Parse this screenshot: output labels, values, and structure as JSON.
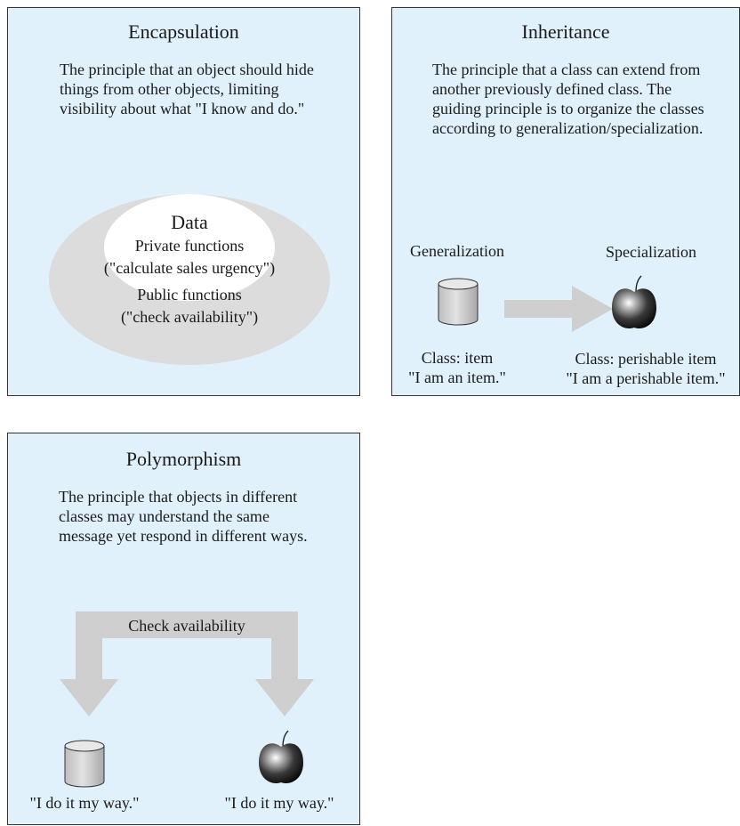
{
  "encapsulation": {
    "title": "Encapsulation",
    "description": "The principle that an object should hide things from other objects, limiting visibility about what \"I know and do.\"",
    "inner": {
      "data_label": "Data",
      "private_label": "Private functions",
      "private_example": "(\"calculate sales urgency\")",
      "public_label": "Public functions",
      "public_example": "(\"check availability\")"
    }
  },
  "inheritance": {
    "title": "Inheritance",
    "description": "The principle that a class can extend from another previously defined class. The guiding principle is to organize the classes according to generalization/specialization.",
    "generalization": {
      "heading": "Generalization",
      "class_label": "Class: item",
      "quote": "\"I am an item.\""
    },
    "specialization": {
      "heading": "Specialization",
      "class_label": "Class: perishable item",
      "quote": "\"I am a perishable item.\""
    }
  },
  "polymorphism": {
    "title": "Polymorphism",
    "description": "The principle that objects in different classes may understand the same message yet respond in different ways.",
    "message": "Check availability",
    "left_response": "\"I do it my way.\"",
    "right_response": "\"I do it my way.\""
  },
  "colors": {
    "panel_bg": "#e1f1fb",
    "outer_oval": "#dcdcdc",
    "arrow": "#cfcfcf"
  },
  "icons": [
    "cylinder-icon",
    "apple-icon"
  ]
}
